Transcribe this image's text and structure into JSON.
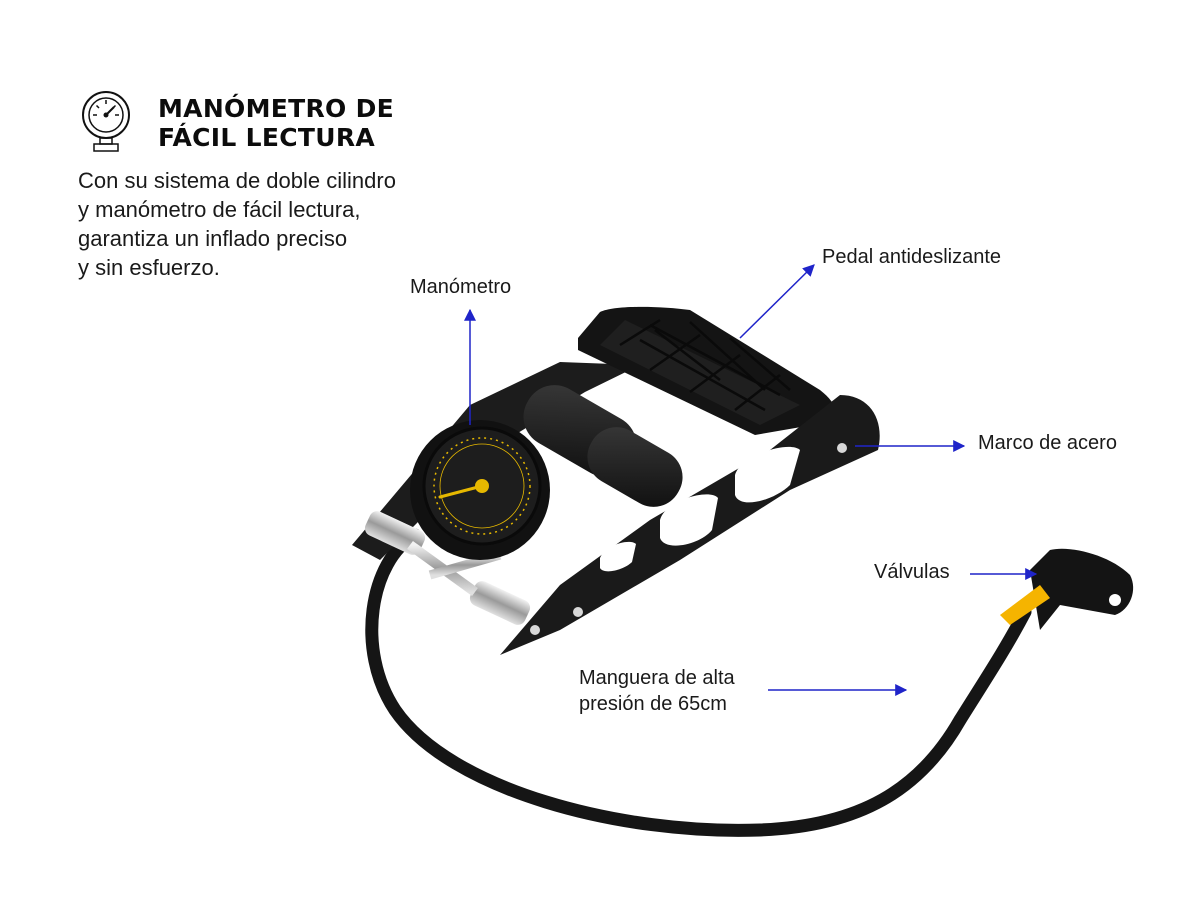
{
  "heading": {
    "icon": "pressure-gauge-icon",
    "title_line1": "MANÓMETRO DE",
    "title_line2": "FÁCIL LECTURA"
  },
  "description": {
    "line1": "Con su sistema de doble cilindro",
    "line2": "y manómetro de fácil lectura,",
    "line3": "garantiza un inflado preciso",
    "line4": "y sin esfuerzo."
  },
  "callouts": {
    "gauge": "Manómetro",
    "pedal": "Pedal antideslizante",
    "frame": "Marco de acero",
    "valves": "Válvulas",
    "hose_line1": "Manguera de alta",
    "hose_line2": "presión de 65cm"
  },
  "colors": {
    "arrow": "#1f24c9",
    "product": "#151515",
    "gauge_accent": "#e6b800",
    "valve_lever": "#f5b400"
  }
}
